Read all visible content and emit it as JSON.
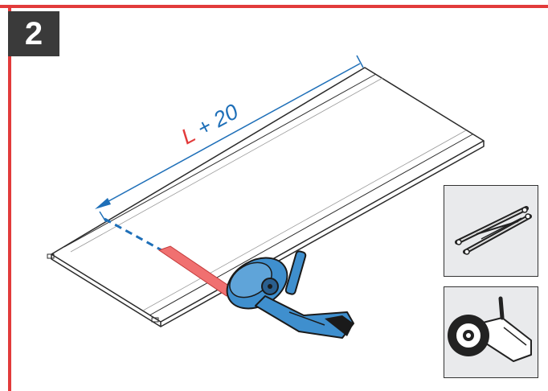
{
  "step": {
    "number": "2"
  },
  "dimension": {
    "variable": "L",
    "suffix": " + 20"
  },
  "icons": [
    "hacksaw-icon",
    "angle-grinder-icon",
    "angle-grinder-in-use-icon"
  ],
  "colors": {
    "frame_red": "#e23b3b",
    "badge_dark": "#3a3a3a",
    "dimension_blue": "#1e6fb8",
    "tool_blue": "#3f8fce",
    "tool_box_bg": "#e9eaec"
  }
}
